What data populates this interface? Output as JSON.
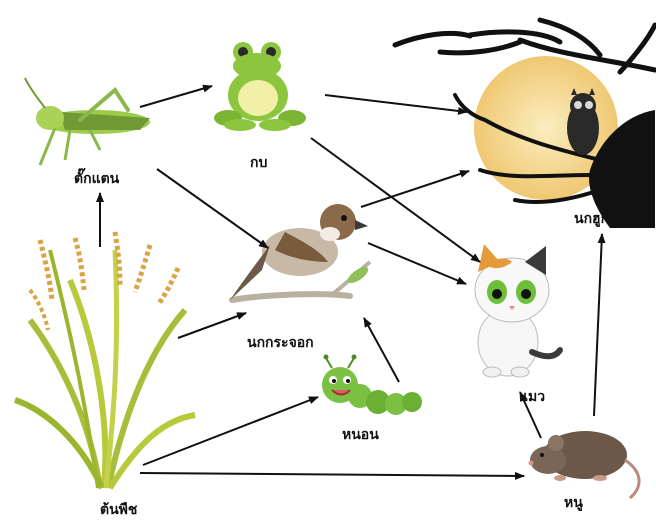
{
  "organisms": {
    "grasshopper": {
      "label": "ตั๊กแตน",
      "icon": "grasshopper-icon"
    },
    "frog": {
      "label": "กบ",
      "icon": "frog-icon"
    },
    "owl": {
      "label": "นกฮูก",
      "icon": "owl-icon"
    },
    "sparrow": {
      "label": "นกกระจอก",
      "icon": "sparrow-icon"
    },
    "cat": {
      "label": "แมว",
      "icon": "cat-icon"
    },
    "caterpillar": {
      "label": "หนอน",
      "icon": "caterpillar-icon"
    },
    "mouse": {
      "label": "หนู",
      "icon": "mouse-icon"
    },
    "plant": {
      "label": "ต้นพืช",
      "icon": "rice-plant-icon"
    }
  },
  "links": [
    {
      "from": "ต้นพืช",
      "to": "ตั๊กแตน"
    },
    {
      "from": "ต้นพืช",
      "to": "นกกระจอก"
    },
    {
      "from": "ต้นพืช",
      "to": "หนอน"
    },
    {
      "from": "ต้นพืช",
      "to": "หนู"
    },
    {
      "from": "ตั๊กแตน",
      "to": "กบ"
    },
    {
      "from": "ตั๊กแตน",
      "to": "นกกระจอก"
    },
    {
      "from": "กบ",
      "to": "นกฮูก"
    },
    {
      "from": "กบ",
      "to": "แมว"
    },
    {
      "from": "นกกระจอก",
      "to": "นกฮูก"
    },
    {
      "from": "นกกระจอก",
      "to": "แมว"
    },
    {
      "from": "หนอน",
      "to": "นกกระจอก"
    },
    {
      "from": "หนู",
      "to": "แมว"
    },
    {
      "from": "หนู",
      "to": "นกฮูก"
    }
  ],
  "colors": {
    "arrow": "#111111",
    "moon": "#f3d58a",
    "frog": "#8cc63f",
    "caterpillar": "#7ac043",
    "plant": "#b8c93a",
    "grain": "#d9a441"
  }
}
